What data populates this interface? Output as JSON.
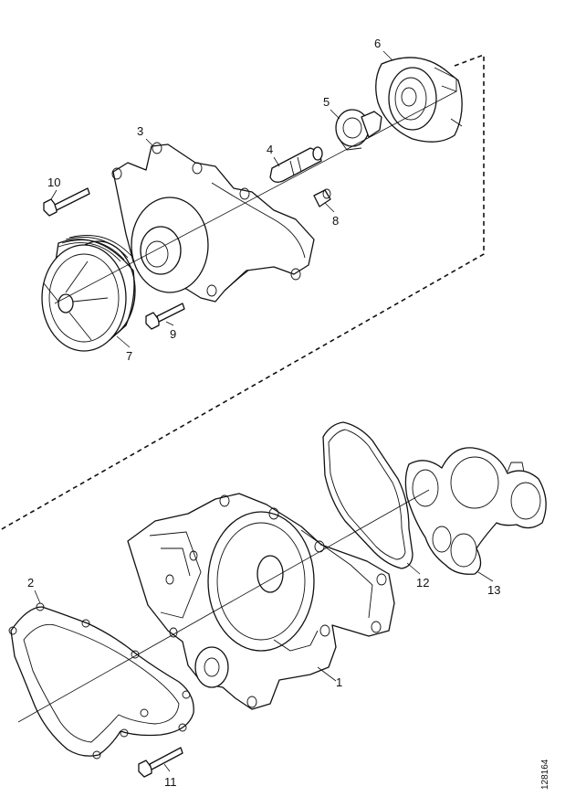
{
  "callouts": [
    {
      "id": "1",
      "label": "1"
    },
    {
      "id": "2",
      "label": "2"
    },
    {
      "id": "3",
      "label": "3"
    },
    {
      "id": "4",
      "label": "4"
    },
    {
      "id": "5",
      "label": "5"
    },
    {
      "id": "6",
      "label": "6"
    },
    {
      "id": "7",
      "label": "7"
    },
    {
      "id": "8",
      "label": "8"
    },
    {
      "id": "9",
      "label": "9"
    },
    {
      "id": "10",
      "label": "10"
    },
    {
      "id": "11",
      "label": "11"
    },
    {
      "id": "12",
      "label": "12"
    },
    {
      "id": "13",
      "label": "13"
    }
  ],
  "drawing_number": "128164"
}
